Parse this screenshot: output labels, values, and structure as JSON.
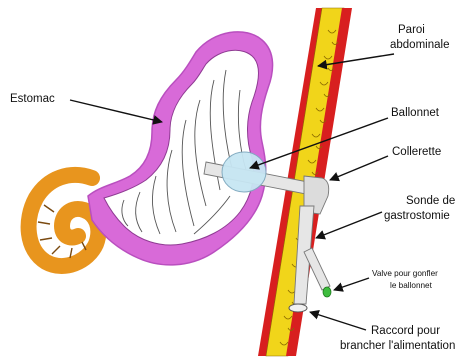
{
  "labels": {
    "paroi_line1": "Paroi",
    "paroi_line2": "abdominale",
    "estomac": "Estomac",
    "ballonnet": "Ballonnet",
    "collerette": "Collerette",
    "sonde_line1": "Sonde de",
    "sonde_line2": "gastrostomie",
    "valve_line1": "Valve pour gonfler",
    "valve_line2": "le ballonnet",
    "raccord_line1": "Raccord pour",
    "raccord_line2": "brancher l'alimentation"
  },
  "colors": {
    "stomach_wall": "#d86ad8",
    "stomach_wall_dark": "#b94fbf",
    "stomach_inside": "#ffffff",
    "intestine": "#e8951e",
    "abdominal_muscle": "#d81f1f",
    "abdominal_fat": "#f1d51a",
    "balloon": "#c7e6f3",
    "tube": "#e6e6e6",
    "valve_tip": "#3ebd3e"
  }
}
